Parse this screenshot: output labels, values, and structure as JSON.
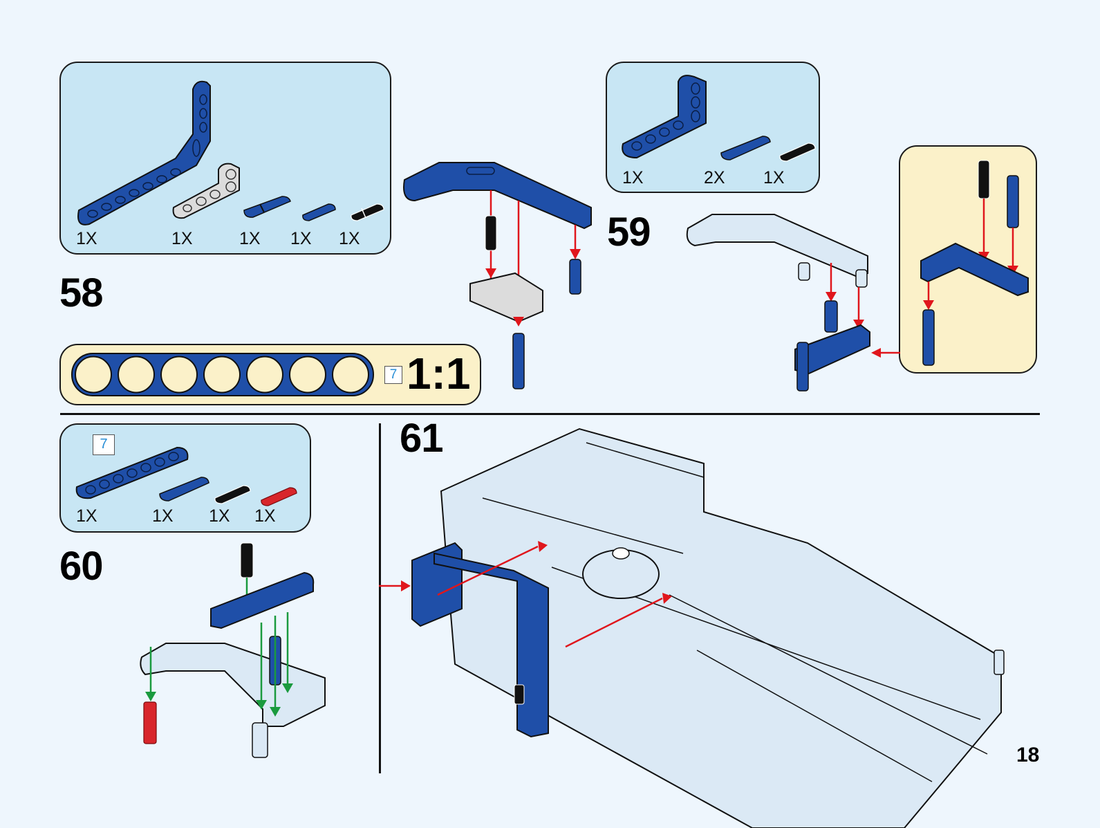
{
  "page": {
    "number": "18",
    "background": "#eef6fd"
  },
  "colors": {
    "parts_box_bg": "#c8e6f4",
    "callout_bg": "#fbf1c9",
    "brick_blue": "#1f4fa8",
    "brick_light_grey": "#dcdcdc",
    "brick_pale_blue": "#dbe9f5",
    "arrow_red": "#e0161c",
    "arrow_green": "#1a9a3e",
    "pin_red": "#d8262b",
    "length_tag_text": "#2a8fd6"
  },
  "steps": [
    {
      "number": "58",
      "parts": [
        {
          "icon": "blue-bent-beam-icon",
          "qty": "1X"
        },
        {
          "icon": "grey-l-beam-icon",
          "qty": "1X"
        },
        {
          "icon": "blue-long-pin-icon",
          "qty": "1X"
        },
        {
          "icon": "blue-axle-pin-icon",
          "qty": "1X"
        },
        {
          "icon": "black-friction-pin-icon",
          "qty": "1X"
        }
      ]
    },
    {
      "number": "59",
      "parts": [
        {
          "icon": "blue-l-beam-icon",
          "qty": "1X"
        },
        {
          "icon": "blue-long-pin-icon",
          "qty": "2X"
        },
        {
          "icon": "black-friction-pin-icon",
          "qty": "1X"
        }
      ]
    },
    {
      "number": "60",
      "parts": [
        {
          "icon": "blue-straight-beam-icon",
          "qty": "1X",
          "length_tag": "7"
        },
        {
          "icon": "blue-long-pin-icon",
          "qty": "1X"
        },
        {
          "icon": "black-friction-pin-icon",
          "qty": "1X"
        },
        {
          "icon": "red-axle-icon",
          "qty": "1X"
        }
      ]
    },
    {
      "number": "61",
      "parts": []
    }
  ],
  "scale_guide": {
    "holes": 7,
    "length_tag": "7",
    "ratio": "1:1"
  }
}
